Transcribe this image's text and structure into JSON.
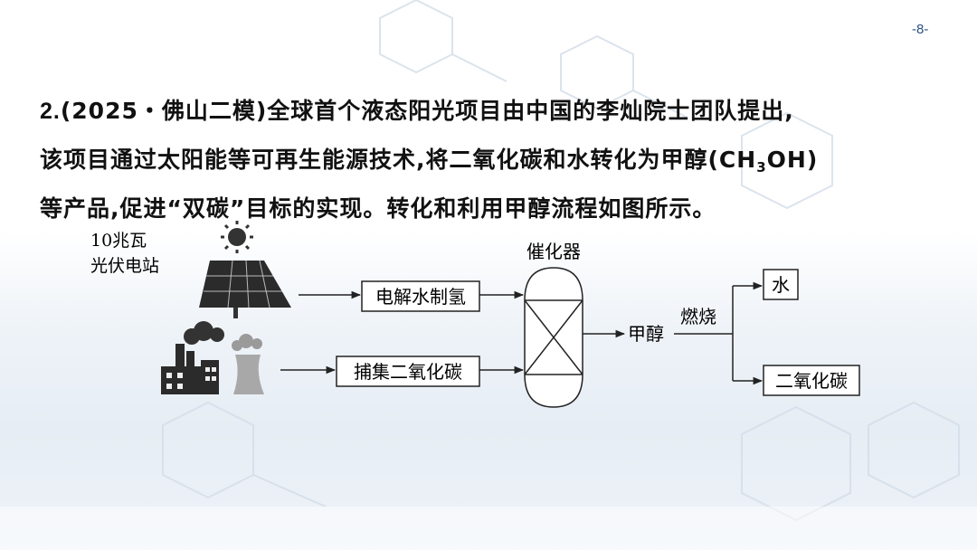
{
  "page": {
    "number": "-8-"
  },
  "question": {
    "number": "2.",
    "source": "(2025・佛山二模)",
    "line1": "全球首个液态阳光项目由中国的李灿院士团队提出,",
    "line2_a": "该项目通过太阳能等可再生能源技术,将二氧化碳和水转化为甲醇(CH",
    "line2_sub": "3",
    "line2_b": "OH)",
    "line3": "等产品,促进“双碳”目标的实现。转化和利用甲醇流程如图所示。"
  },
  "diagram": {
    "pv_label_1": "10兆瓦",
    "pv_label_2": "光伏电站",
    "box_electrolysis": "电解水制氢",
    "box_capture": "捕集二氧化碳",
    "catalyst_label": "催化器",
    "methanol_label": "甲醇",
    "combustion_label": "燃烧",
    "box_water": "水",
    "box_co2": "二氧化碳"
  }
}
